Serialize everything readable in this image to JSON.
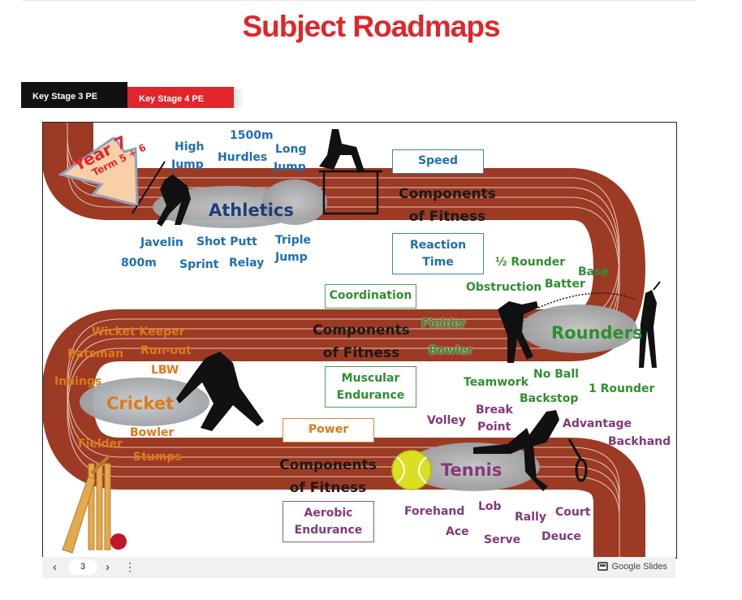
{
  "page": {
    "title": "Subject Roadmaps"
  },
  "tabs": [
    {
      "label": "Key Stage 3 PE",
      "active": true
    },
    {
      "label": "Key Stage 4 PE",
      "active": false
    }
  ],
  "colors": {
    "accent_red": "#e0262b",
    "track": "#9c3a24",
    "lines": "#e7c2b5"
  },
  "slide": {
    "sign": {
      "year": "Year 7",
      "term": "Term 5 + 6"
    },
    "athletics": {
      "name": "Athletics",
      "events": [
        "High",
        "Jump",
        "1500m",
        "Hurdles",
        "Long",
        "Jump",
        "Javelin",
        "Shot Putt",
        "Triple",
        "Jump",
        "800m",
        "Sprint",
        "Relay"
      ]
    },
    "components_label": [
      "Components",
      "of Fitness"
    ],
    "components": [
      "Speed",
      "Reaction",
      "Time",
      "Coordination",
      "Muscular",
      "Endurance",
      "Power",
      "Aerobic",
      "Endurance"
    ],
    "rounders": {
      "name": "Rounders",
      "terms": [
        "½ Rounder",
        "Base",
        "Batter",
        "Obstruction",
        "Fielder",
        "Bowler",
        "Teamwork",
        "No Ball",
        "Backstop",
        "1 Rounder"
      ]
    },
    "cricket": {
      "name": "Cricket",
      "terms": [
        "Wicket Keeper",
        "Run-out",
        "Batsman",
        "LBW",
        "Innings",
        "Bowler",
        "Fielder",
        "Stumps"
      ]
    },
    "tennis": {
      "name": "Tennis",
      "terms": [
        "Volley",
        "Break",
        "Point",
        "Advantage",
        "Backhand",
        "Forehand",
        "Lob",
        "Court",
        "Rally",
        "Ace",
        "Serve",
        "Deuce"
      ]
    }
  },
  "controls": {
    "page_number": "3",
    "prev_icon": "chevron-left-icon",
    "next_icon": "chevron-right-icon",
    "brand": "Google Slides"
  }
}
